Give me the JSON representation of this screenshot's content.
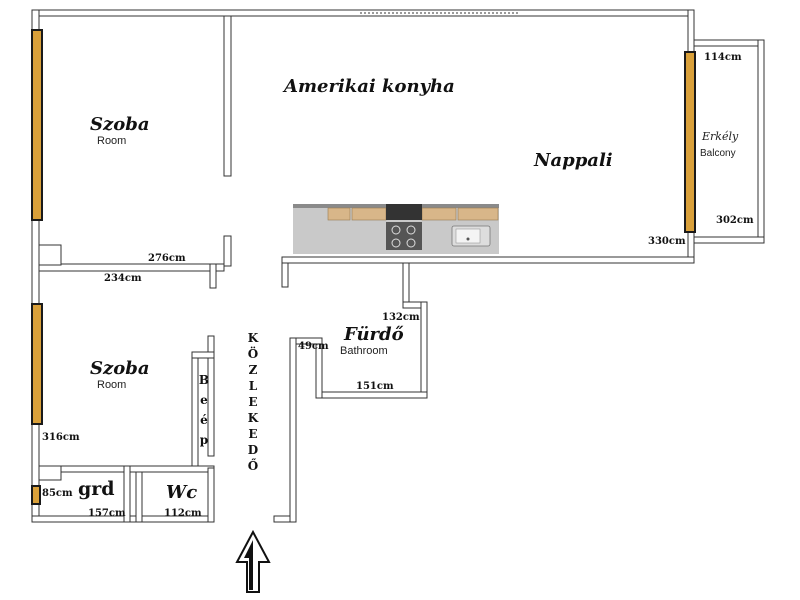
{
  "rooms": {
    "living_kitchen": {
      "kitchen_label": "Amerikai konyha",
      "living_label": "Nappali"
    },
    "bedroom_top": {
      "title": "Szoba",
      "subtitle": "Room"
    },
    "bedroom_bottom": {
      "title": "Szoba",
      "subtitle": "Room"
    },
    "balcony": {
      "title": "Erkély",
      "subtitle": "Balcony"
    },
    "bathroom": {
      "title": "Fürdő",
      "subtitle": "Bathroom"
    },
    "wc": {
      "title": "Wc"
    },
    "wardrobe": {
      "label": "grd"
    },
    "built_in": {
      "letters": [
        "B",
        "e",
        "é",
        "p"
      ]
    },
    "corridor": {
      "letters": [
        "K",
        "Ö",
        "Z",
        "L",
        "E",
        "K",
        "E",
        "D",
        "Ő"
      ]
    }
  },
  "dimensions": {
    "balcony_top": "114cm",
    "balcony_right": "302cm",
    "living_corner": "330cm",
    "bedroom_top_wall": "276cm",
    "bedroom_top_width": "234cm",
    "bath_height": "132cm",
    "bath_width": "151cm",
    "bath_left": "49cm",
    "bedroom_bottom_height": "316cm",
    "wardrobe_depth": "85cm",
    "wardrobe_width": "157cm",
    "wc_width": "112cm"
  },
  "colors": {
    "wall_stroke": "#333333",
    "window_fill": "#d9a03a",
    "counter": "#c9c9c9",
    "cabinet": "#d8b689"
  },
  "icons": {
    "entrance": "up-arrow-icon",
    "stove": "cooktop-icon",
    "sink": "sink-icon"
  }
}
